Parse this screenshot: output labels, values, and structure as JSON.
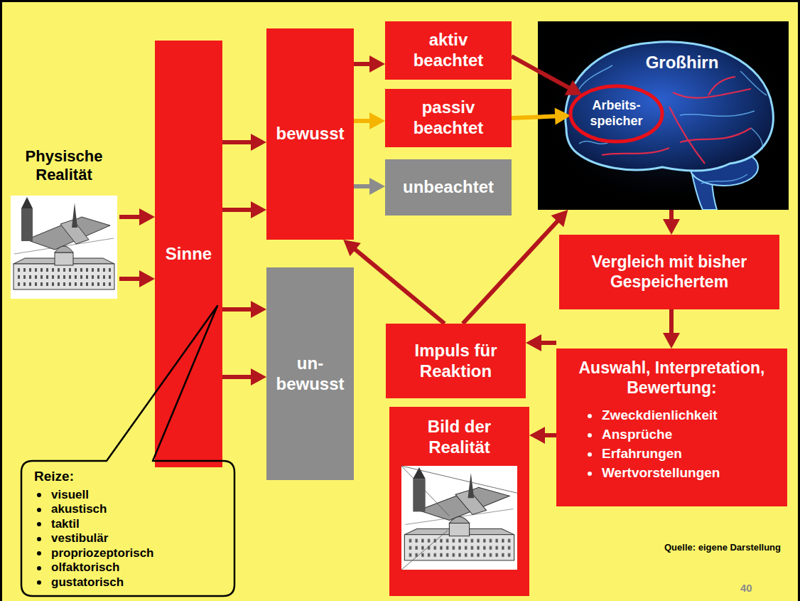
{
  "diagram": {
    "nodes": [
      {
        "text": [
          "Physische Realität"
        ]
      },
      {
        "text": [
          "Sinne"
        ]
      },
      {
        "text": [
          "bewusst"
        ]
      },
      {
        "text": [
          "un- bewusst"
        ]
      },
      {
        "text": [
          "aktiv beachtet"
        ]
      },
      {
        "text": [
          "passiv beachtet"
        ]
      },
      {
        "text": [
          "unbeachtet"
        ]
      },
      {
        "text": [
          "Großhirn"
        ]
      },
      {
        "text": [
          "Arbeits- speicher"
        ],
        "in": 7
      },
      {
        "text": [
          "Vergleich mit bisher Gespeichertem"
        ]
      },
      {
        "text": [
          "Auswahl, Interpretation, Bewertung:",
          "Zweckdienlichkeit",
          "Ansprüche",
          "Erfahrungen",
          "Wertvorstellungen"
        ]
      },
      {
        "text": [
          "Impuls für Reaktion"
        ]
      },
      {
        "text": [
          "Bild der Realität"
        ]
      },
      {
        "text": [
          "Reize:",
          "visuell",
          "akustisch",
          "taktil",
          "vestibulär",
          "propriozeptorisch",
          "olfaktorisch",
          "gustatorisch"
        ]
      }
    ],
    "edges": [
      {
        "from": 0,
        "to": 1,
        "arrow": "to"
      },
      {
        "from": 0,
        "to": 1,
        "arrow": "to"
      },
      {
        "from": 1,
        "to": 2,
        "arrow": "to"
      },
      {
        "from": 1,
        "to": 2,
        "arrow": "to"
      },
      {
        "from": 1,
        "to": 3,
        "arrow": "to"
      },
      {
        "from": 1,
        "to": 3,
        "arrow": "to"
      },
      {
        "from": 2,
        "to": 4,
        "arrow": "to"
      },
      {
        "from": 2,
        "to": 5,
        "arrow": "to"
      },
      {
        "from": 2,
        "to": 6,
        "arrow": "to"
      },
      {
        "from": 4,
        "to": 8,
        "arrow": "to"
      },
      {
        "from": 5,
        "to": 8,
        "arrow": "to"
      },
      {
        "from": 7,
        "to": 9,
        "arrow": "to"
      },
      {
        "from": 9,
        "to": 10,
        "arrow": "to"
      },
      {
        "from": 10,
        "to": 11,
        "arrow": "to"
      },
      {
        "from": 10,
        "to": 12,
        "arrow": "to"
      },
      {
        "from": 11,
        "to": 2,
        "arrow": "to"
      },
      {
        "from": 11,
        "to": 7,
        "arrow": "to"
      }
    ],
    "labels": [
      "Quelle: eigene Darstellung",
      "40"
    ]
  }
}
